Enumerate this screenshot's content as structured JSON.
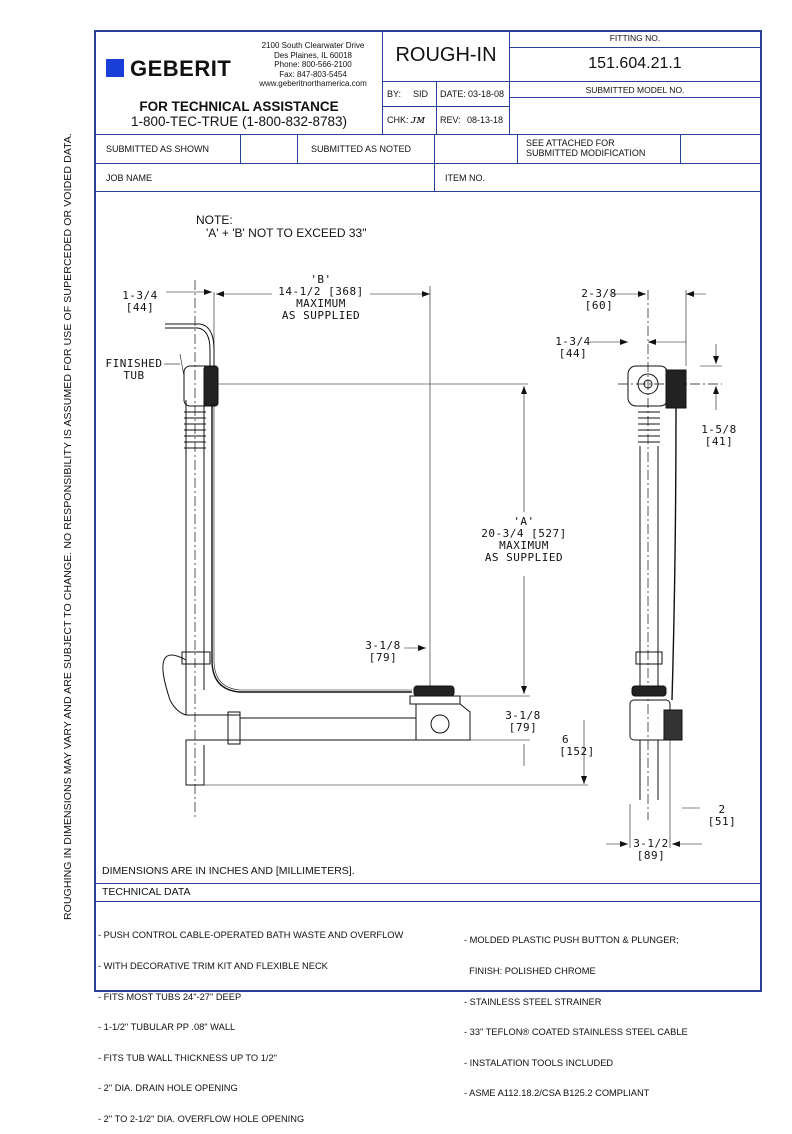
{
  "sidebar_text": "ROUGHING IN DIMENSIONS MAY VARY AND ARE SUBJECT TO CHANGE.  NO RESPONSIBILITY  IS ASSUMED FOR USE OF SUPERCEDED OR VOIDED DATA.",
  "header": {
    "brand": "GEBERIT",
    "address_lines": [
      "2100 South Clearwater Drive",
      "Des Plaines, IL 60018",
      "Phone: 800-566-2100",
      "Fax: 847-803-5454",
      "www.geberitnorthamerica.com"
    ],
    "assist_title": "FOR TECHNICAL ASSISTANCE",
    "assist_phone": "1-800-TEC-TRUE (1-800-832-8783)",
    "doc_type": "ROUGH-IN",
    "by_label": "BY:",
    "by_value": "SID",
    "date_label": "DATE:",
    "date_value": "03-18-08",
    "chk_label": "CHK:",
    "chk_value": "ᴊᴍ",
    "rev_label": "REV:",
    "rev_value": "08-13-18",
    "fitting_label": "FITTING NO.",
    "fitting_no": "151.604.21.1",
    "model_label": "SUBMITTED MODEL NO."
  },
  "submit_row": {
    "as_shown": "SUBMITTED AS SHOWN",
    "as_noted": "SUBMITTED AS NOTED",
    "see_attached_1": "SEE ATTACHED FOR",
    "see_attached_2": "SUBMITTED MODIFICATION"
  },
  "job_row": {
    "job_name": "JOB NAME",
    "item_no": "ITEM NO."
  },
  "drawing": {
    "note_1": "NOTE:",
    "note_2": "'A' + 'B' NOT TO EXCEED 33\"",
    "dim_b_label": "'B'",
    "dim_b_value": "14-1/2 [368]",
    "dim_b_max": "MAXIMUM",
    "dim_b_supplied": "AS SUPPLIED",
    "dim_left_134": "1-3/4",
    "dim_left_44": "[44]",
    "finished_1": "FINISHED",
    "finished_2": "TUB",
    "dim_a_label": "'A'",
    "dim_a_value": "20-3/4 [527]",
    "dim_a_max": "MAXIMUM",
    "dim_a_supplied": "AS SUPPLIED",
    "dim_318_a": "3-1/8",
    "dim_79_a": "[79]",
    "dim_318_b": "3-1/8",
    "dim_79_b": "[79]",
    "dim_6": "6",
    "dim_152": "[152]",
    "dim_238": "2-3/8",
    "dim_60": "[60]",
    "dim_r134": "1-3/4",
    "dim_r44": "[44]",
    "dim_158": "1-5/8",
    "dim_41": "[41]",
    "dim_2": "2",
    "dim_51": "[51]",
    "dim_312": "3-1/2",
    "dim_89": "[89]",
    "units_note": "DIMENSIONS ARE IN INCHES AND [MILLIMETERS]."
  },
  "tech": {
    "title": "TECHNICAL DATA",
    "left": [
      "- PUSH CONTROL CABLE-OPERATED BATH WASTE AND OVERFLOW",
      "- WITH DECORATIVE TRIM KIT AND FLEXIBLE NECK",
      "- FITS MOST TUBS 24\"-27\" DEEP",
      "- 1-1/2\" TUBULAR PP .08\" WALL",
      "- FITS TUB WALL THICKNESS UP TO 1/2\"",
      "- 2\" DIA. DRAIN HOLE OPENING",
      "- 2\" TO 2-1/2\" DIA. OVERFLOW HOLE OPENING"
    ],
    "right": [
      "- MOLDED PLASTIC PUSH BUTTON & PLUNGER;",
      "  FINISH: POLISHED CHROME",
      "- STAINLESS STEEL STRAINER",
      "- 33\" TEFLON® COATED STAINLESS STEEL CABLE",
      "- INSTALATION TOOLS INCLUDED",
      "- ASME A112.18.2/CSA B125.2 COMPLIANT"
    ]
  }
}
